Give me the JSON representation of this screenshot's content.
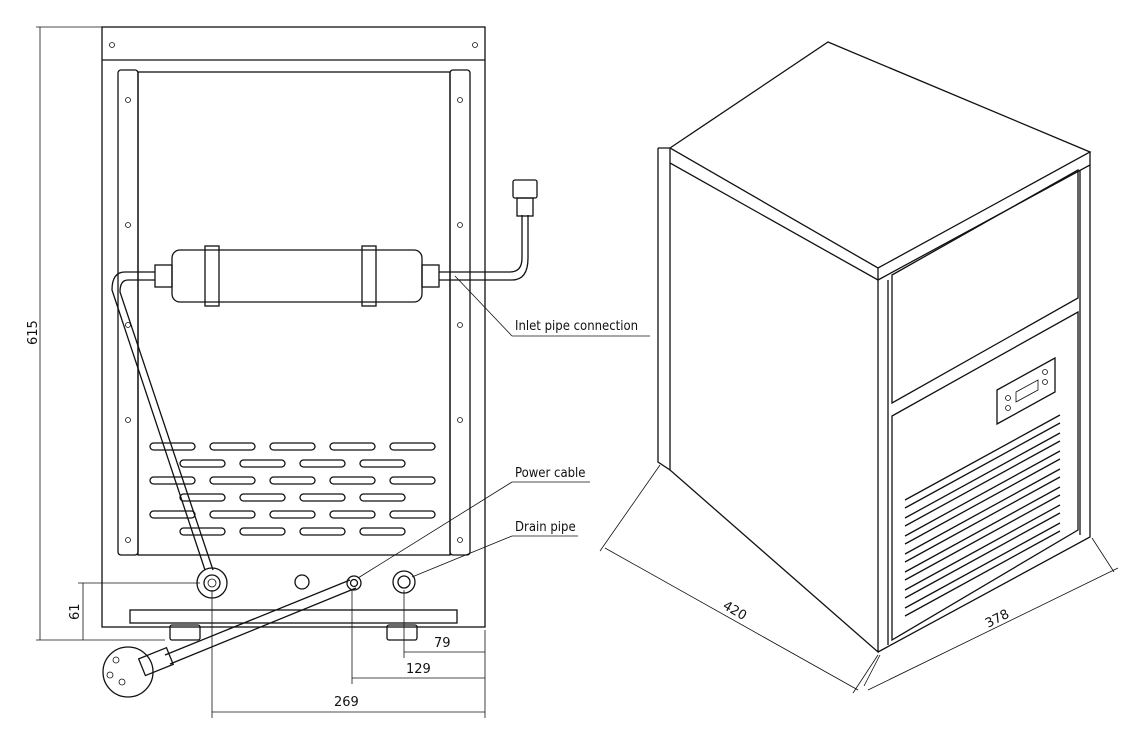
{
  "rear_view": {
    "labels": {
      "inlet": "Inlet pipe connection",
      "power": "Power cable",
      "drain": "Drain pipe"
    },
    "dimensions": {
      "height": "615",
      "drain_height": "61",
      "drain_to_edge": "79",
      "cable_to_edge": "129",
      "gland_to_edge": "269"
    }
  },
  "iso_view": {
    "dimensions": {
      "depth": "420",
      "width": "378"
    }
  }
}
